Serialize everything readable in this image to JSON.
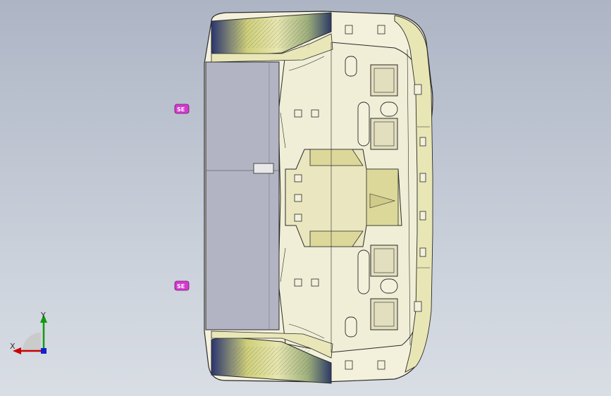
{
  "viewport": {
    "background_top": "#adb5c5",
    "background_bottom": "#d9dee5"
  },
  "colors": {
    "part_fill": "#f3f1dc",
    "part_fill_dark": "#e6e3c4",
    "part_outline": "#2a2a2a",
    "insert_fill": "#dcd89a",
    "panel_fill": "#b2b4c4",
    "panel_fill_light": "#c2c4d2",
    "tag_fill": "#d43ad0",
    "axis_x": "#cc0000",
    "axis_y": "#119911",
    "axis_z": "#1122cc"
  },
  "triad": {
    "x_label": "X",
    "y_label": "Y"
  },
  "markers": [
    {
      "name": "marker-upper",
      "label": "SE"
    },
    {
      "name": "marker-lower",
      "label": "SE"
    }
  ]
}
